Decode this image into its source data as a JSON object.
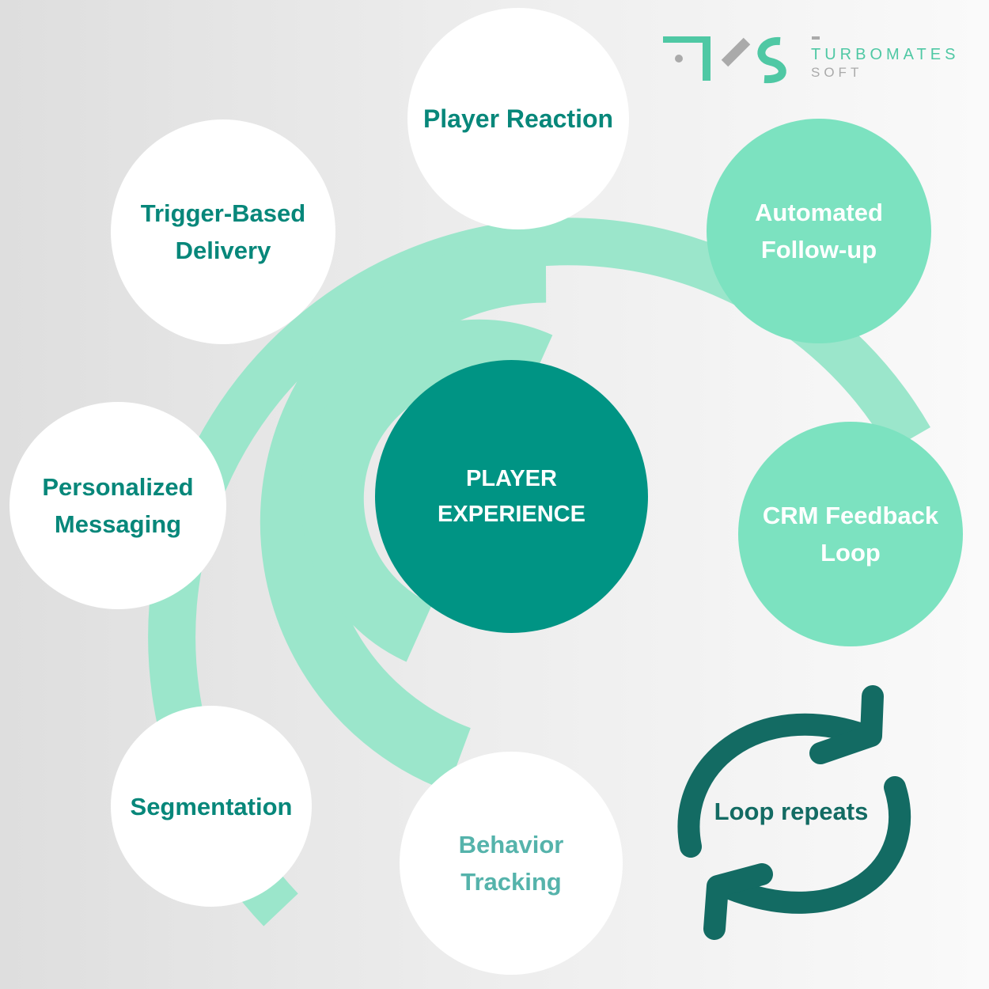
{
  "colors": {
    "dark_teal": "#07877a",
    "center": "#009484",
    "mint": "#7ce2c0",
    "ring": "#9be6cb",
    "loop_arrow": "#136b63",
    "logo_teal": "#4fc8a4",
    "logo_gray": "#aaaaaa",
    "behavior_text": "#55b3ab"
  },
  "logo": {
    "mark_icon": "tms-logo-icon",
    "name_line1": "TURBOMATES",
    "name_line2": "SOFT"
  },
  "center": {
    "label": "PLAYER\nEXPERIENCE"
  },
  "stages": [
    {
      "id": "player-reaction",
      "label": "Player Reaction",
      "style": "white"
    },
    {
      "id": "automated-follow-up",
      "label": "Automated\nFollow-up",
      "style": "mint"
    },
    {
      "id": "crm-feedback-loop",
      "label": "CRM Feedback\nLoop",
      "style": "mint"
    },
    {
      "id": "behavior-tracking",
      "label": "Behavior\nTracking",
      "style": "white-light"
    },
    {
      "id": "segmentation",
      "label": "Segmentation",
      "style": "white"
    },
    {
      "id": "personalized-messaging",
      "label": "Personalized\nMessaging",
      "style": "white"
    },
    {
      "id": "trigger-based-delivery",
      "label": "Trigger-Based\nDelivery",
      "style": "white"
    }
  ],
  "loop": {
    "label": "Loop repeats",
    "icon": "refresh-cycle-icon"
  }
}
